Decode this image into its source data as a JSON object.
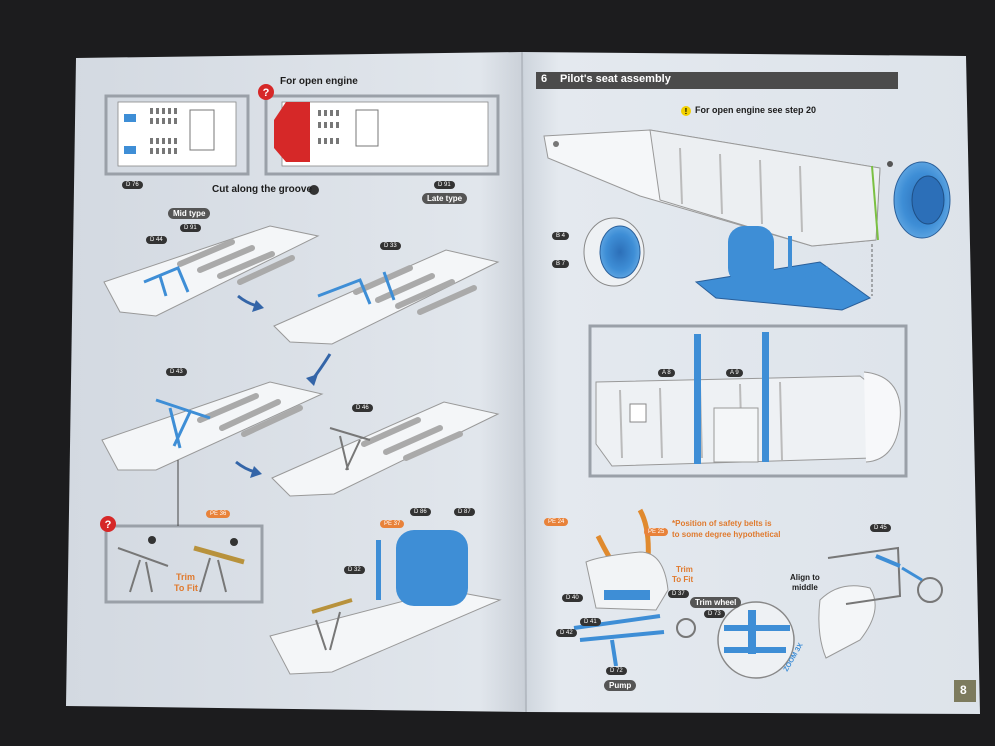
{
  "left_page": {
    "top": {
      "open_engine": "For open engine",
      "cut_groove": "Cut along the groove",
      "late_type": "Late type",
      "d76": "D 76",
      "d91": "D 91"
    },
    "steps": {
      "mid_type": "Mid type",
      "d44": "D 44",
      "d91": "D 91",
      "d33": "D 33",
      "d43": "D 43",
      "d46": "D 46",
      "pe36": "PE 36",
      "trim_to_fit_1": "Trim",
      "trim_to_fit_2": "To Fit",
      "d32": "D 32",
      "pe37": "PE 37",
      "d86": "D 86",
      "d87": "D 87"
    }
  },
  "right_page": {
    "step_number": "6",
    "step_title": "Pilot's seat assembly",
    "note": "For open engine see step 20",
    "b4": "B 4",
    "b7": "B 7",
    "a8": "A 8",
    "a9": "A 9",
    "pe24": "PE 24",
    "pe25": "PE 25",
    "belts_note_1": "*Position of safety belts is",
    "belts_note_2": "to some degree hypothetical",
    "trim_to_fit_1": "Trim",
    "trim_to_fit_2": "To Fit",
    "d40": "D 40",
    "d37": "D 37",
    "trim_wheel": "Trim wheel",
    "d73": "D 73",
    "d41": "D 41",
    "d42": "D 42",
    "d72": "D 72",
    "pump": "Pump",
    "zoom": "ZOOM 3X",
    "d45": "D 45",
    "align_1": "Align to",
    "align_2": "middle",
    "page_number": "8"
  },
  "colors": {
    "blue": "#3e8ed6",
    "orange": "#e07a2e",
    "red": "#d62828",
    "page": "#dde3ea",
    "dark": "#1c1c1e"
  }
}
